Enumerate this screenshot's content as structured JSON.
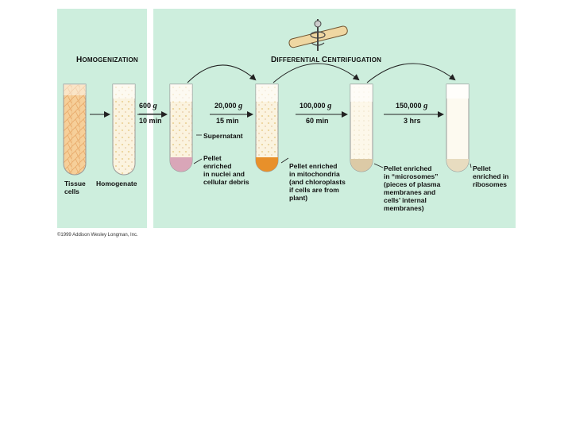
{
  "sections": {
    "left": {
      "heading_first": "H",
      "heading_rest": "OMOGENIZATION"
    },
    "right": {
      "heading_first_1": "D",
      "heading_rest_1": "IFFERENTIAL ",
      "heading_first_2": "C",
      "heading_rest_2": "ENTRIFUGATION"
    }
  },
  "tube_labels": {
    "tissue": [
      "Tissue",
      "cells"
    ],
    "homogenate": "Homogenate"
  },
  "steps": [
    {
      "force": "600",
      "unit": "g",
      "time": "10 min"
    },
    {
      "force": "20,000",
      "unit": "g",
      "time": "15 min"
    },
    {
      "force": "100,000",
      "unit": "g",
      "time": "60 min"
    },
    {
      "force": "150,000",
      "unit": "g",
      "time": "3 hrs"
    }
  ],
  "supernatant": "Supernatant",
  "pellets": {
    "p1": [
      "Pellet",
      "enriched",
      "in nuclei and",
      "cellular debris"
    ],
    "p2": [
      "Pellet enriched",
      "in mitochondria",
      "(and chloroplasts",
      "if cells are from",
      "plant)"
    ],
    "p3": [
      "Pellet enriched",
      "in “microsomes”",
      "(pieces of plasma",
      "membranes and",
      "cells’ internal",
      "membranes)"
    ],
    "p4": [
      "Pellet",
      "enriched in",
      "ribosomes"
    ]
  },
  "copyright": "©1999 Addison Wesley Longman, Inc.",
  "colors": {
    "panel": "#cdeedd",
    "tissue": "#f2c48e",
    "pellet_debris": "#d9a6b8",
    "pellet_mito": "#e8902a"
  }
}
